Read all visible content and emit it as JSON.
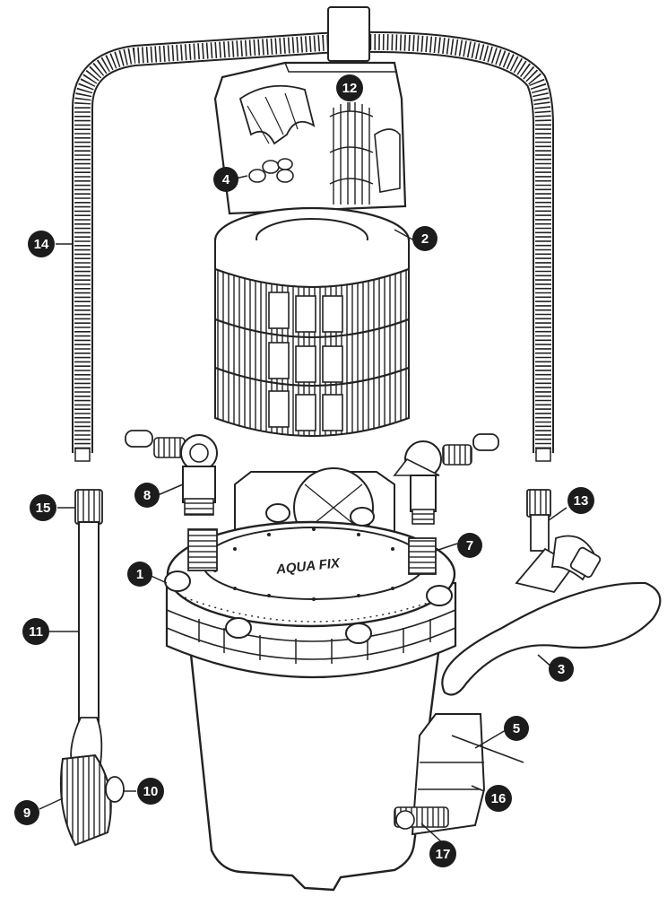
{
  "diagram": {
    "logo_text": "AQUA FIX",
    "callouts": [
      {
        "id": "c1",
        "label": "1"
      },
      {
        "id": "c2",
        "label": "2"
      },
      {
        "id": "c3",
        "label": "3"
      },
      {
        "id": "c4",
        "label": "4"
      },
      {
        "id": "c5",
        "label": "5"
      },
      {
        "id": "c7",
        "label": "7"
      },
      {
        "id": "c8",
        "label": "8"
      },
      {
        "id": "c9",
        "label": "9"
      },
      {
        "id": "c10",
        "label": "10"
      },
      {
        "id": "c11",
        "label": "11"
      },
      {
        "id": "c12",
        "label": "12"
      },
      {
        "id": "c13",
        "label": "13"
      },
      {
        "id": "c14",
        "label": "14"
      },
      {
        "id": "c15",
        "label": "15"
      },
      {
        "id": "c16",
        "label": "16"
      },
      {
        "id": "c17",
        "label": "17"
      }
    ]
  }
}
